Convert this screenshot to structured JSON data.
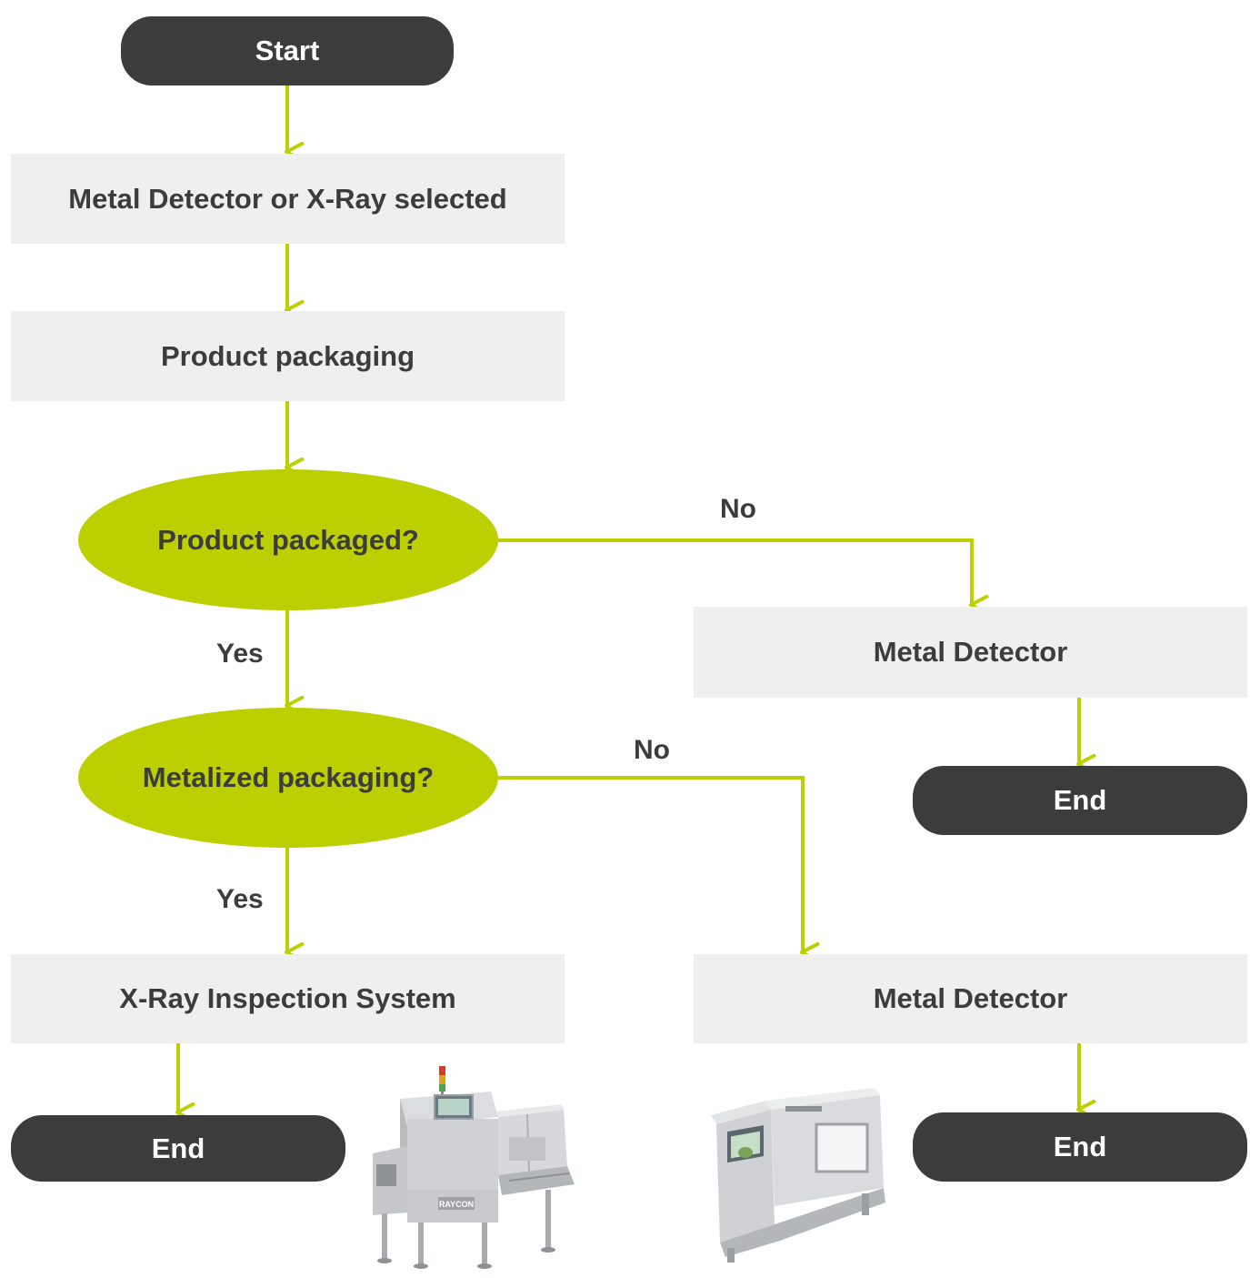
{
  "colors": {
    "accent": "#bccf00",
    "terminal": "#3c3c3c",
    "process": "#efefef",
    "text": "#3c3c3c"
  },
  "nodes": {
    "start": "Start",
    "selected": "Metal Detector or X-Ray selected",
    "packaging": "Product packaging",
    "packaged_q": "Product packaged?",
    "metalized_q": "Metalized packaging?",
    "md_top": "Metal Detector",
    "end_top": "End",
    "xray": "X-Ray Inspection System",
    "md_bottom": "Metal Detector",
    "end_left": "End",
    "end_right": "End"
  },
  "edge_labels": {
    "packaged_no": "No",
    "packaged_yes": "Yes",
    "metalized_no": "No",
    "metalized_yes": "Yes"
  },
  "images": {
    "xray_machine": {
      "icon": "xray-inspection-machine",
      "brand_label": "RAYCON"
    },
    "metal_detector_machine": {
      "icon": "metal-detector-machine"
    }
  }
}
